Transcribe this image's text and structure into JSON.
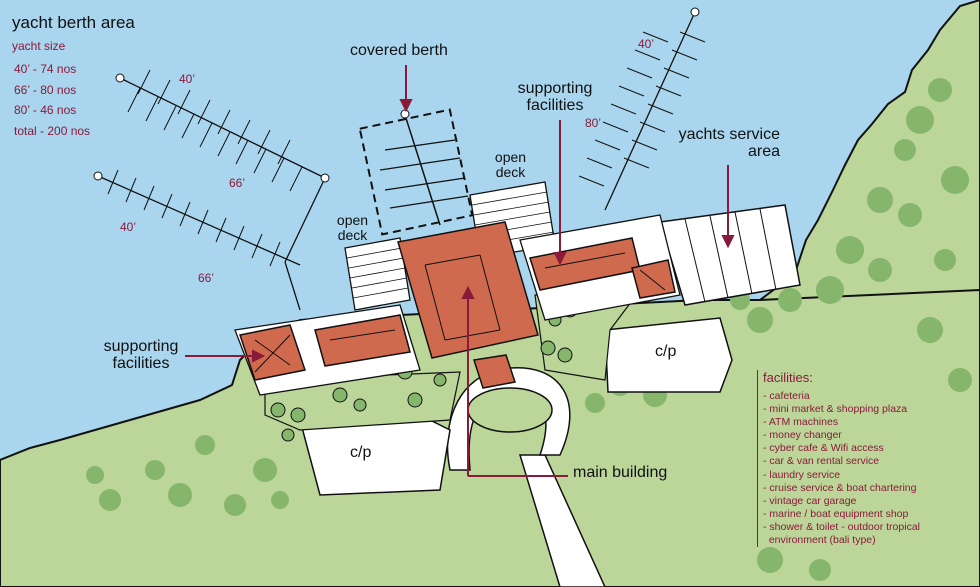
{
  "legend": {
    "title": "yacht berth area",
    "subtitle": "yacht size",
    "items": [
      "40’  -  74 nos",
      "66’  -  80 nos",
      "80’  -  46 nos",
      "total  -  200 nos"
    ]
  },
  "labels": {
    "covered_berth": "covered berth",
    "supporting_facilities_top": "supporting facilities",
    "supporting_facilities_left": "supporting facilities",
    "yachts_service_area": "yachts service area",
    "open_deck_left": "open deck",
    "open_deck_right": "open deck",
    "cp_left": "c/p",
    "cp_right": "c/p",
    "main_building": "main building"
  },
  "dimensions": {
    "d40_top_left": "40’",
    "d66_mid_left": "66’",
    "d40_left": "40’",
    "d66_bottom_left": "66’",
    "d40_top_right": "40’",
    "d80_right": "80’"
  },
  "facilities": {
    "title": "facilities:",
    "items": [
      "- cafeteria",
      "- mini market & shopping plaza",
      "- ATM machines",
      "- money changer",
      "- cyber cafe & Wifi access",
      "- car & van rental service",
      "- laundry service",
      "- cruise service & boat chartering",
      "- vintage car garage",
      "- marine / boat equipment shop",
      "- shower & toilet - outdoor tropical",
      "  environment (bali type)"
    ]
  },
  "colors": {
    "water": "#a9d6ee",
    "land": "#bcd69a",
    "tree": "#86b56c",
    "roof": "#cf6a4f",
    "accent": "#8a1a3a"
  }
}
